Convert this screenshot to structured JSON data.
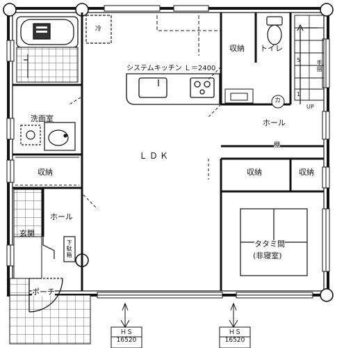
{
  "rooms": {
    "ldk": "ＬＤＫ",
    "washroom": "洗面室",
    "storage_left": "収納",
    "storage_top": "収納",
    "storage_mid": "収納",
    "storage_right": "収納",
    "toilet": "トイレ",
    "hall_right": "ホール",
    "hall_left": "ホール",
    "entrance": "玄関",
    "porch": "ポーチ",
    "tatami_line1": "タタミ間",
    "tatami_line2": "(非寝室)",
    "fridge": "冷",
    "shelf": "棚",
    "kitchen_label": "システムキッチン Ｌ＝2400",
    "stairs_up": "UP",
    "stairs_handrail": "手摺",
    "stairs_step": "5",
    "stairs_step2": "1",
    "shoe_cabinet": "下駄箱",
    "ka_mark": "カ"
  },
  "markers": [
    {
      "hs_label": "ＨＳ",
      "hs_value": "16520"
    },
    {
      "hs_label": "ＨＳ",
      "hs_value": "16520"
    }
  ]
}
